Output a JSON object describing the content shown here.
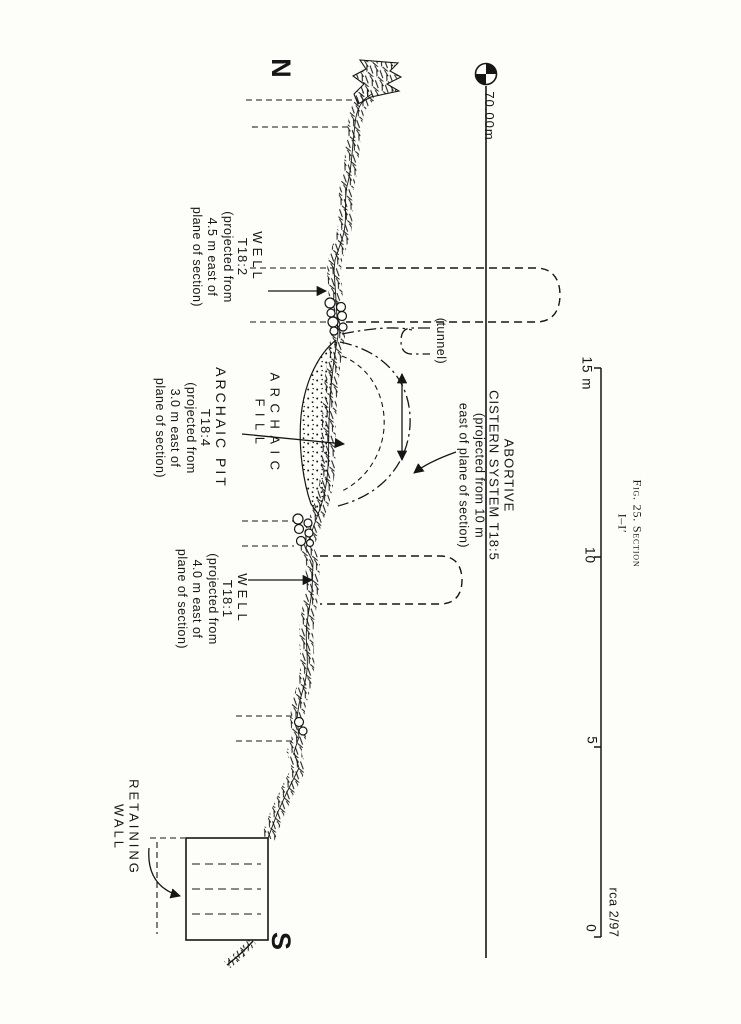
{
  "figure": {
    "caption": "Fig. 25. Section I–I′",
    "credit": "rca 2/97"
  },
  "orientation": {
    "north": "N",
    "south": "S"
  },
  "datum": {
    "elevation": "70.00m"
  },
  "scale_bar": {
    "ticks": [
      "15 m",
      "10",
      "5",
      "0"
    ]
  },
  "annotations": {
    "well_t18_2": [
      "WELL",
      "T18:2",
      "(projected from",
      "4.5 m east of",
      "plane of section)"
    ],
    "archaic_pit": [
      "ARCHAIC PIT",
      "T18:4",
      "(projected from",
      "3.0 m east of",
      "plane of section)"
    ],
    "archaic_fill": [
      "ARCHAIC",
      "FILL"
    ],
    "tunnel": "(tunnel)",
    "cistern": [
      "ABORTIVE",
      "CISTERN SYSTEM T18:5",
      "(projected from 10 m",
      "east of plane of section)"
    ],
    "well_t18_1": [
      "WELL",
      "T18:1",
      "(projected from",
      "4.0 m east of",
      "plane of section)"
    ],
    "retaining_wall": [
      "RETAINING",
      "WALL"
    ]
  },
  "ink_color": "#161616"
}
